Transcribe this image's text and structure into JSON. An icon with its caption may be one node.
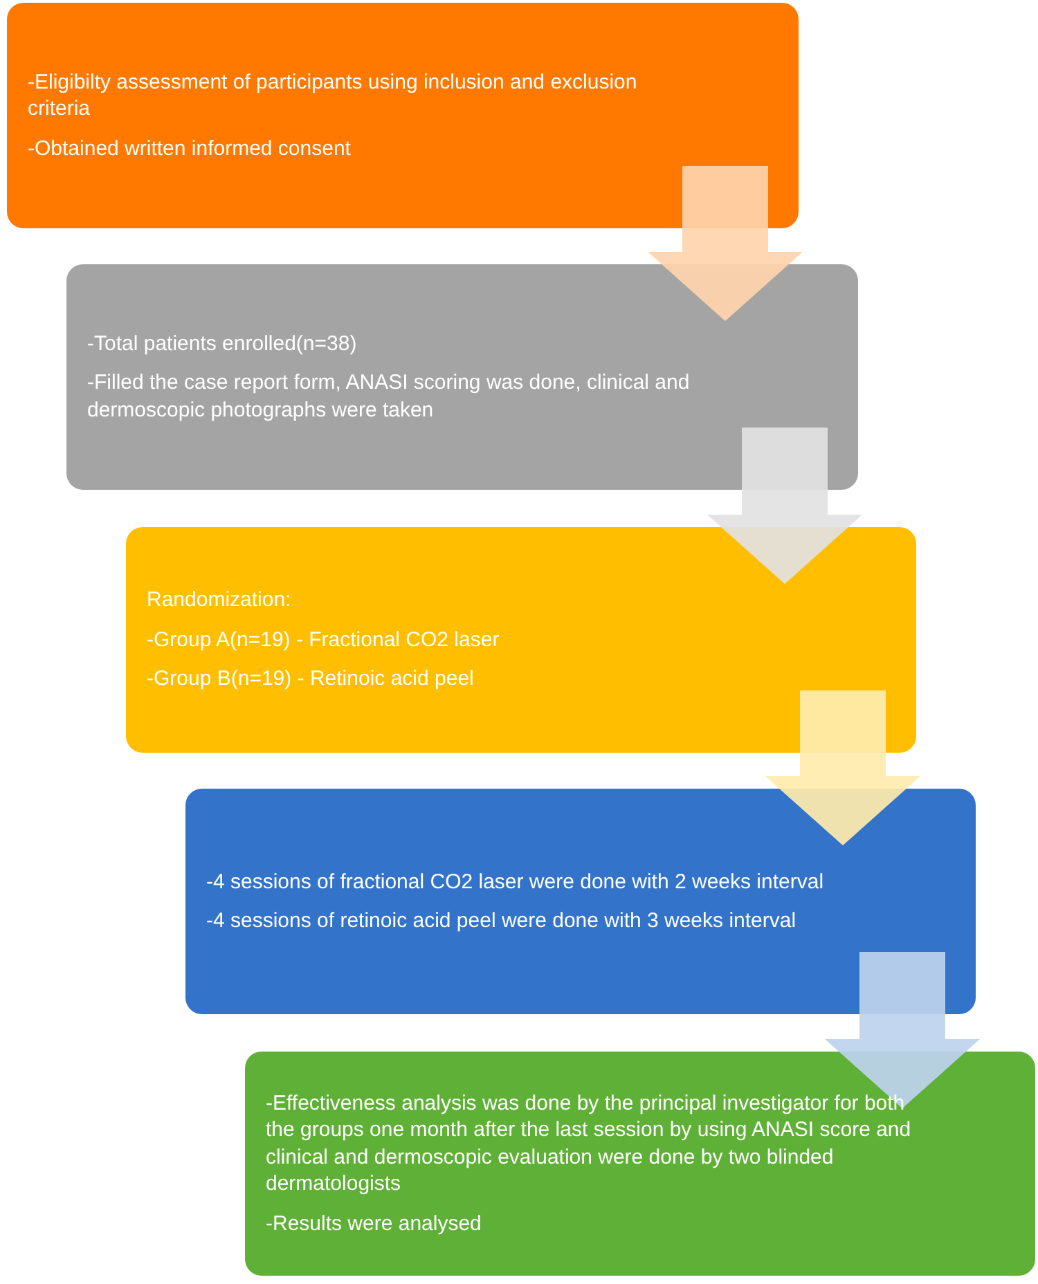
{
  "diagram": {
    "nodes": [
      {
        "text": [
          "-Eligibilty assessment of participants using inclusion and exclusion criteria",
          "-Obtained written informed consent"
        ]
      },
      {
        "text": [
          "-Total patients enrolled(n=38)",
          "-Filled the case report form, ANASI scoring was done, clinical and dermoscopic photographs were taken"
        ]
      },
      {
        "text": [
          "Randomization:",
          "-Group A(n=19) - Fractional CO2 laser",
          "-Group B(n=19) - Retinoic acid peel"
        ]
      },
      {
        "text": [
          "-4 sessions of fractional CO2 laser were done with 2 weeks interval",
          "-4 sessions of retinoic acid peel were done with 3 weeks interval"
        ]
      },
      {
        "text": [
          "-Effectiveness analysis was done by the principal investigator for both the groups one month after the last session by using ANASI score and clinical and dermoscopic evaluation were done by two blinded dermatologists",
          "-Results were analysed"
        ]
      }
    ],
    "edges": [
      {
        "from": 0,
        "to": 1,
        "arrow": "to"
      },
      {
        "from": 1,
        "to": 2,
        "arrow": "to"
      },
      {
        "from": 2,
        "to": 3,
        "arrow": "to"
      },
      {
        "from": 3,
        "to": 4,
        "arrow": "to"
      }
    ]
  }
}
